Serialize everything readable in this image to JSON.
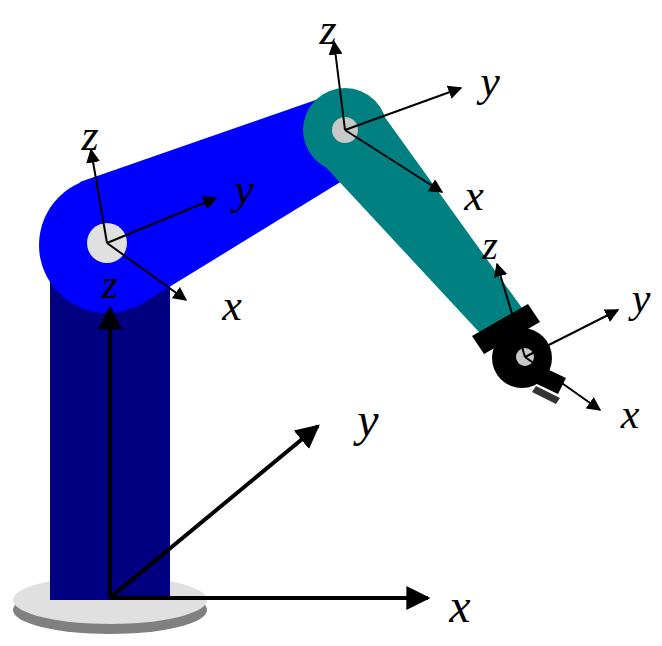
{
  "diagram": {
    "labels": [
      "z",
      "y",
      "x",
      "z",
      "y",
      "x",
      "z",
      "y",
      "x",
      "z",
      "y",
      "x"
    ]
  }
}
